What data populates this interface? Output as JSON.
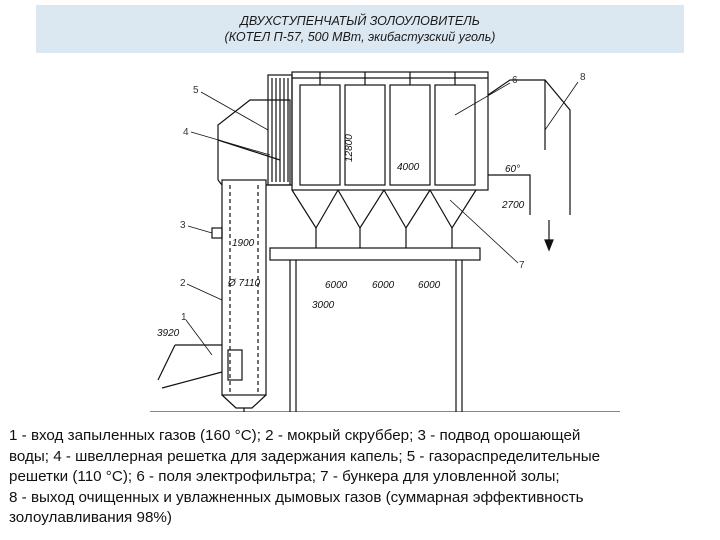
{
  "title": {
    "line1": "ДВУХСТУПЕНЧАТЫЙ ЗОЛОУЛОВИТЕЛЬ",
    "line2": "(КОТЕЛ П-57, 500 МВт, экибастузский уголь)"
  },
  "diagram": {
    "callouts": [
      "1",
      "2",
      "3",
      "4",
      "5",
      "6",
      "7",
      "8"
    ],
    "dimensions": {
      "d3920": "3920",
      "d1900": "1900",
      "d7110": "Ø 7110",
      "d12800": "12800",
      "d4000": "4000",
      "angle60": "60°",
      "d2700": "2700",
      "d3000": "3000",
      "d6000a": "6000",
      "d6000b": "6000",
      "d6000c": "6000"
    }
  },
  "caption": {
    "line1": "1 - вход запыленных газов (160 °С); 2 - мокрый скруббер; 3 - подвод орошающей",
    "line2": "воды; 4 - швеллерная решетка для задержания капель; 5 - газораспределительные",
    "line3": "решетки (110 °С); 6 - поля электрофильтра; 7 - бункера для уловленной золы;",
    "line4": "8 - выход очищенных и увлажненных дымовых газов (суммарная эффективность",
    "line5": "золоулавливания 98%)"
  }
}
